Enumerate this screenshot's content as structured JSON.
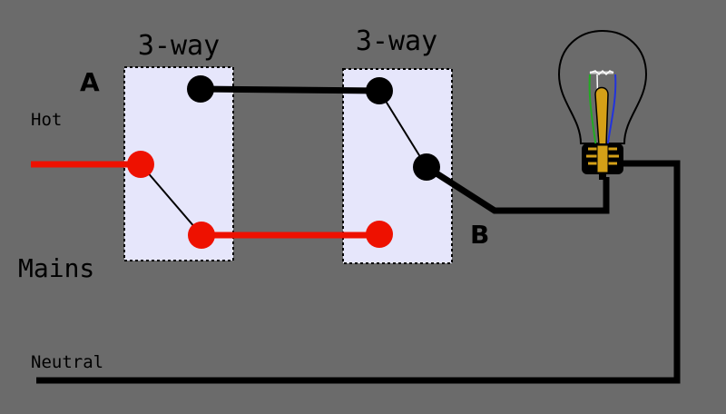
{
  "switches": [
    {
      "title": "3-way",
      "terminal_label": "A"
    },
    {
      "title": "3-way",
      "terminal_label": "B"
    }
  ],
  "labels": {
    "hot": "Hot",
    "mains": "Mains",
    "neutral": "Neutral"
  },
  "colors": {
    "background": "#6b6b6b",
    "switch_box": "#e6e6fb",
    "live_wire": "#ee1100",
    "traveler_wire": "#000000",
    "bulb_base": "#d4a017"
  }
}
